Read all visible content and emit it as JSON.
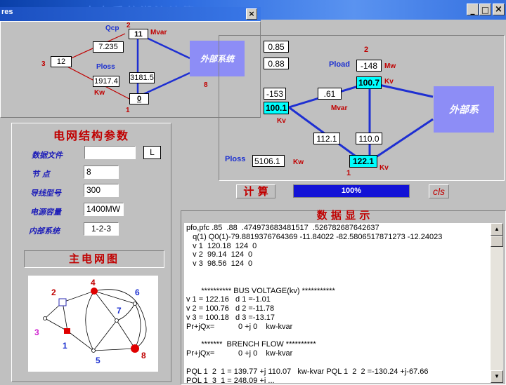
{
  "window": {
    "title_fragment": "res",
    "main_title_ghost": "电力系统潮流计算",
    "minimize": "_",
    "maximize": "□",
    "close": "×",
    "sub_close": "×"
  },
  "top_diagram": {
    "node_ids": {
      "n2": "2",
      "n3": "3",
      "n8": "8",
      "n1": "1"
    },
    "boxes": {
      "b11": "11",
      "b7235": "7.235",
      "b12": "12",
      "b1917": "1917.4",
      "b3181": "3181.5",
      "b0": "0"
    },
    "labels": {
      "qcp": "Qcp",
      "mvar": "Mvar",
      "ploss": "Ploss",
      "kw": "Kw"
    },
    "external": "外部系统"
  },
  "right_diagram": {
    "pfo": "0.85",
    "pfc": "0.88",
    "node_ids": {
      "n2": "2",
      "n1": "1"
    },
    "pload_label": "Pload",
    "pload_value": "-148",
    "mw": "Mw",
    "v2": "100.7",
    "kv2": "Kv",
    "q_left": "-153",
    "ratio": ".61",
    "mvar": "Mvar",
    "v_left": "100.1",
    "kv_left": "Kv",
    "line1": "112.1",
    "line2": "110.0",
    "v1": "122.1",
    "kv1": "Kv",
    "ploss_label": "Ploss",
    "ploss_value": "5106.1",
    "kw": "Kw",
    "external": "外部系"
  },
  "controls": {
    "calc_button": "计 算",
    "progress_text": "100%",
    "progress": 1.0,
    "cls_button": "cls"
  },
  "params": {
    "heading": "电网结构参数",
    "data_file_label": "数据文件",
    "data_file_value": "",
    "load_button": "L",
    "nodes_label": "节  点",
    "nodes_value": "8",
    "wire_label": "导线型号",
    "wire_value": "300",
    "capacity_label": "电源容量",
    "capacity_value": "1400MW",
    "internal_label": "内部系统",
    "internal_value": "1-2-3"
  },
  "main_grid": {
    "title": "主电网图",
    "node_labels": [
      "2",
      "4",
      "6",
      "3",
      "7",
      "1",
      "5",
      "8"
    ]
  },
  "data_display": {
    "heading": "数 据 显 示",
    "lines": [
      "pfo,pfc .85  .88  .474973683481517  .526782687642637",
      "   q(1) Q0(1)-79.8819376764369 -11.84022 -82.5806517871273 -12.24023",
      "   v 1  120.18  124  0",
      "   v 2  99.14  124  0",
      "   v 3  98.56  124  0",
      "",
      "",
      "       ********** BUS VOLTAGE(kv) ***********",
      "v 1 = 122.16   d 1 =-1.01",
      "v 2 = 100.76   d 2 =-11.78",
      "v 3 = 100.18   d 3 =-13.17",
      "Pr+jQx=           0 +j 0    kw-kvar",
      "",
      "       *******  BRENCH FLOW **********",
      "Pr+jQx=           0 +j 0    kw-kvar",
      "",
      "PQL 1  2  1 = 139.77 +j 110.07   kw-kvar PQL 1  2  2 =-130.24 +j-67.66",
      "PQL 1  3  1 = 248.09 +j ..."
    ]
  },
  "colors": {
    "title_bar": "#0a3fa8",
    "line_blue": "#1e2fd2",
    "label_red": "#c00000",
    "cyan": "#00ffff",
    "external_block": "#8d8df6"
  }
}
